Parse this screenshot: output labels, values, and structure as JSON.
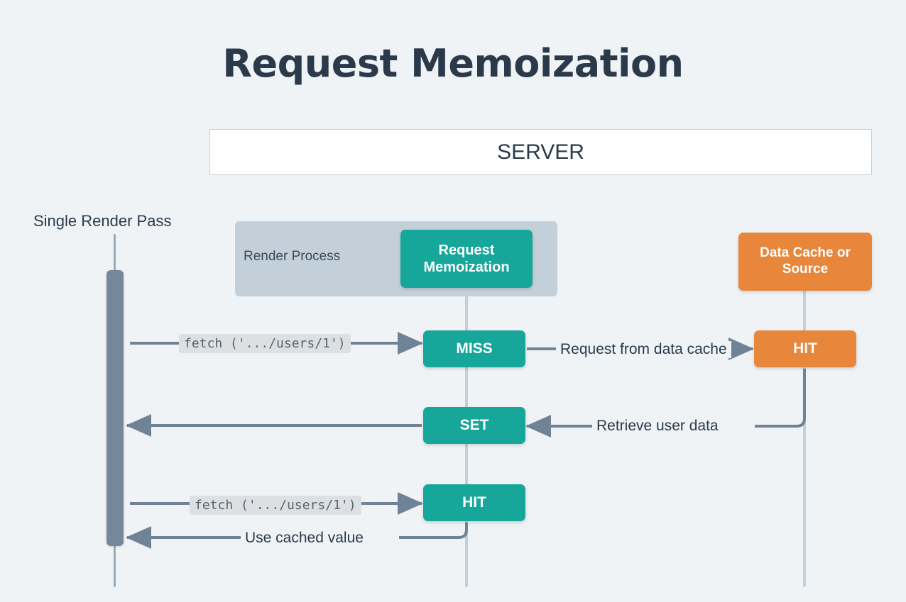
{
  "page": {
    "title": "Request Memoization",
    "background_color": "#eff3f6",
    "title_color": "#2b3a4a"
  },
  "server": {
    "label": "SERVER",
    "background_color": "#ffffff",
    "border_color": "#c4d0d9"
  },
  "lifelines": {
    "render_pass_label": "Single Render Pass",
    "color": "#c4d0d9",
    "bar_color": "#74879b"
  },
  "render_process": {
    "label": "Render Process",
    "background_color": "#c4d0d9"
  },
  "nodes": {
    "request_memoization": {
      "label": "Request Memoization",
      "color": "#16a79a",
      "text_color": "#ffffff"
    },
    "data_cache_or_source": {
      "label": "Data Cache or Source",
      "color": "#e8863c",
      "text_color": "#ffffff"
    },
    "miss": {
      "label": "MISS",
      "color": "#16a79a",
      "text_color": "#ffffff"
    },
    "cache_hit": {
      "label": "HIT",
      "color": "#e8863c",
      "text_color": "#ffffff"
    },
    "set": {
      "label": "SET",
      "color": "#16a79a",
      "text_color": "#ffffff"
    },
    "memo_hit": {
      "label": "HIT",
      "color": "#16a79a",
      "text_color": "#ffffff"
    }
  },
  "edges": {
    "fetch_first": "fetch ('.../users/1')",
    "fetch_second": "fetch ('.../users/1')",
    "request_from_data_cache": "Request from data cache",
    "retrieve_user_data": "Retrieve user data",
    "use_cached_value": "Use cached value",
    "arrow_color": "#708396"
  }
}
